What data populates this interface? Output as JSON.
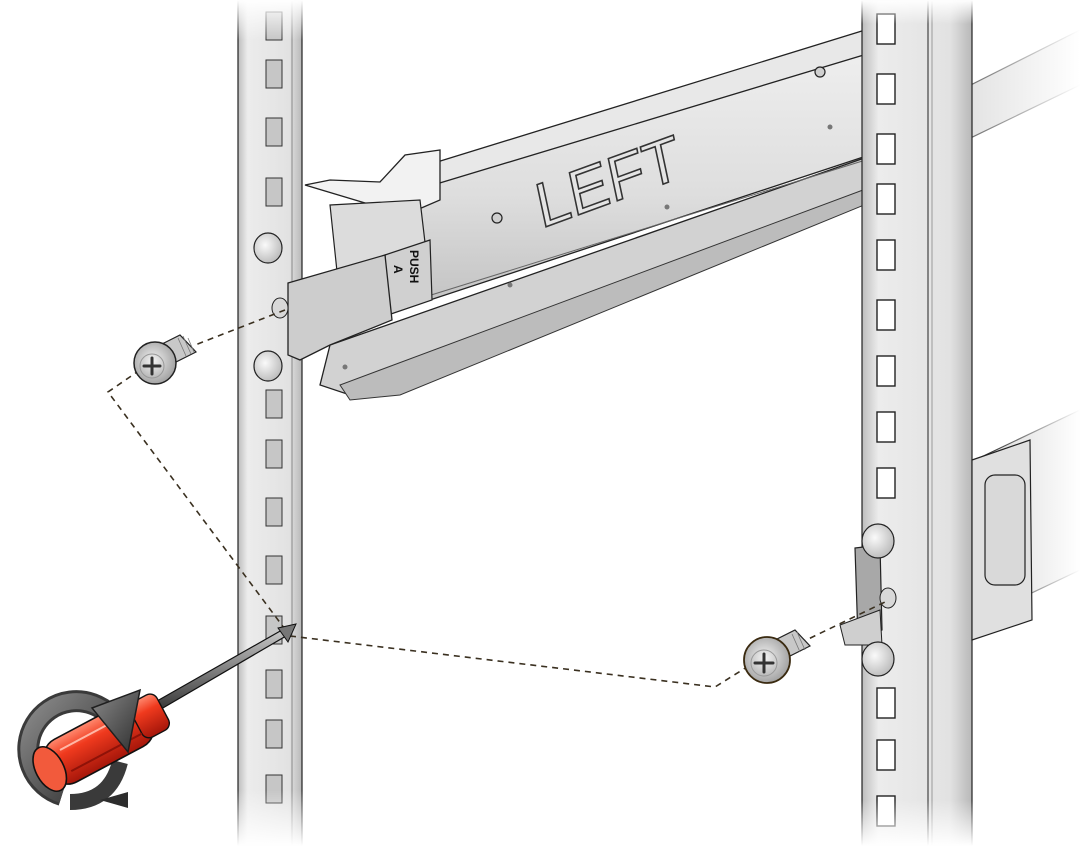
{
  "figure": {
    "description": "Installing rack slide rail with screws into rack posts",
    "rail": {
      "label": "LEFT",
      "tab_label_top": "PUSH",
      "tab_label_bottom": "A"
    },
    "components": [
      {
        "name": "left-front-rack-post"
      },
      {
        "name": "right-rear-rack-post"
      },
      {
        "name": "left-slide-rail"
      },
      {
        "name": "rear-rail-bracket"
      },
      {
        "name": "screw-front"
      },
      {
        "name": "screw-rear"
      },
      {
        "name": "phillips-screwdriver"
      },
      {
        "name": "clockwise-rotation-arrow"
      }
    ],
    "colors": {
      "metal_light": "#e6e6e6",
      "metal_mid": "#cfcfcf",
      "metal_dark": "#9a9a9a",
      "outline": "#222222",
      "screwdriver_handle": "#e8321e",
      "arrow": "#555555",
      "leader_line": "#3a3020"
    }
  }
}
